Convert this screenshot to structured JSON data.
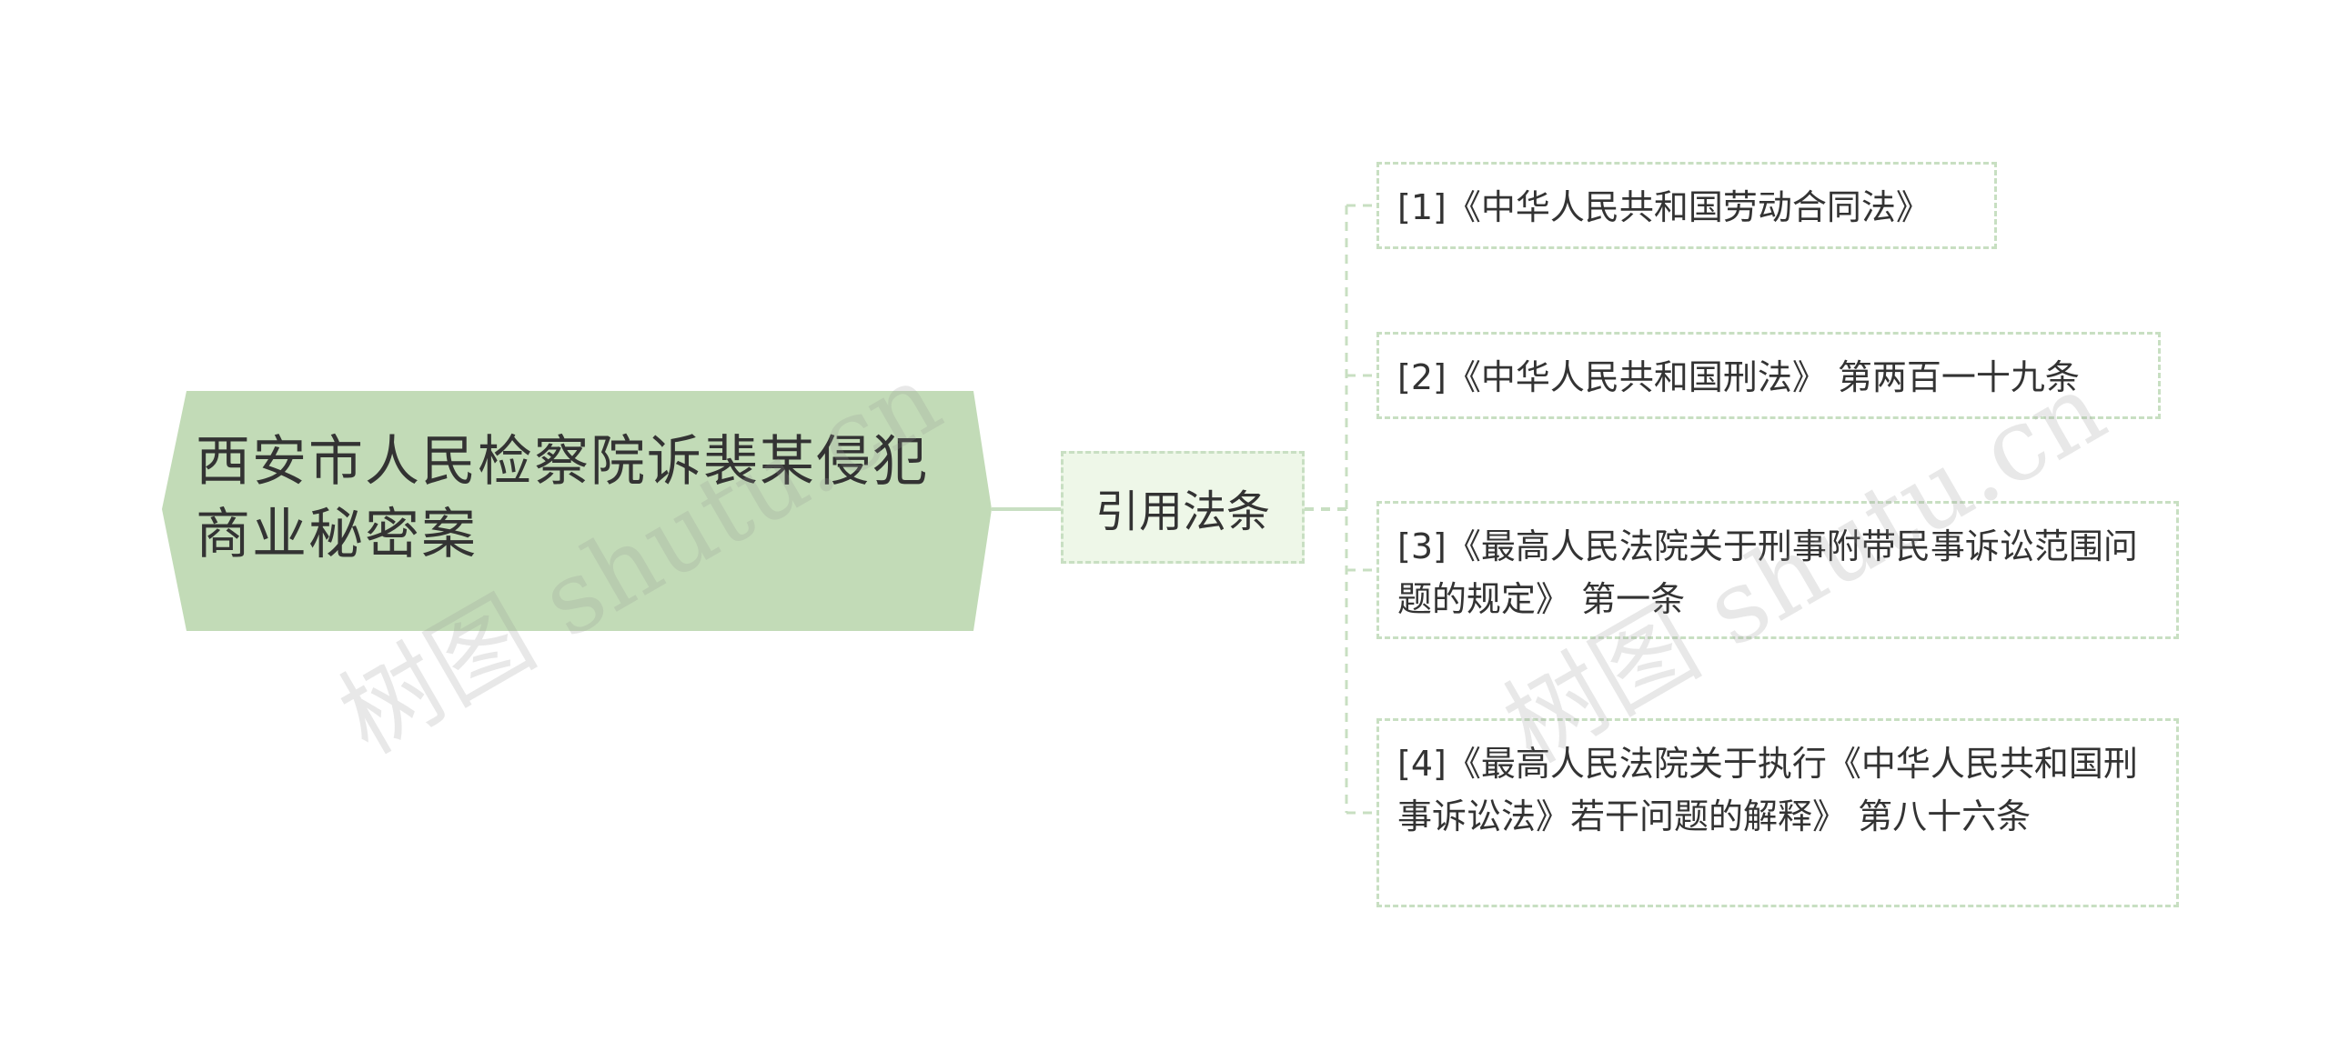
{
  "root": {
    "title": "西安市人民检察院诉裴某侵犯商业秘密案"
  },
  "branch": {
    "label": "引用法条"
  },
  "leaves": [
    {
      "text": "[1]《中华人民共和国劳动合同法》"
    },
    {
      "text": "[2]《中华人民共和国刑法》 第两百一十九条"
    },
    {
      "text": "[3]《最高人民法院关于刑事附带民事诉讼范围问题的规定》 第一条"
    },
    {
      "text": "[4]《最高人民法院关于执行《中华人民共和国刑事诉讼法》若干问题的解释》 第八十六条"
    }
  ],
  "watermark": {
    "text": "树图 shutu.cn"
  },
  "colors": {
    "root_fill": "#c2dbb7",
    "branch_fill": "#eef7e8",
    "border": "#c8dfc2",
    "connector": "#c8dfc2",
    "text": "#333333"
  }
}
